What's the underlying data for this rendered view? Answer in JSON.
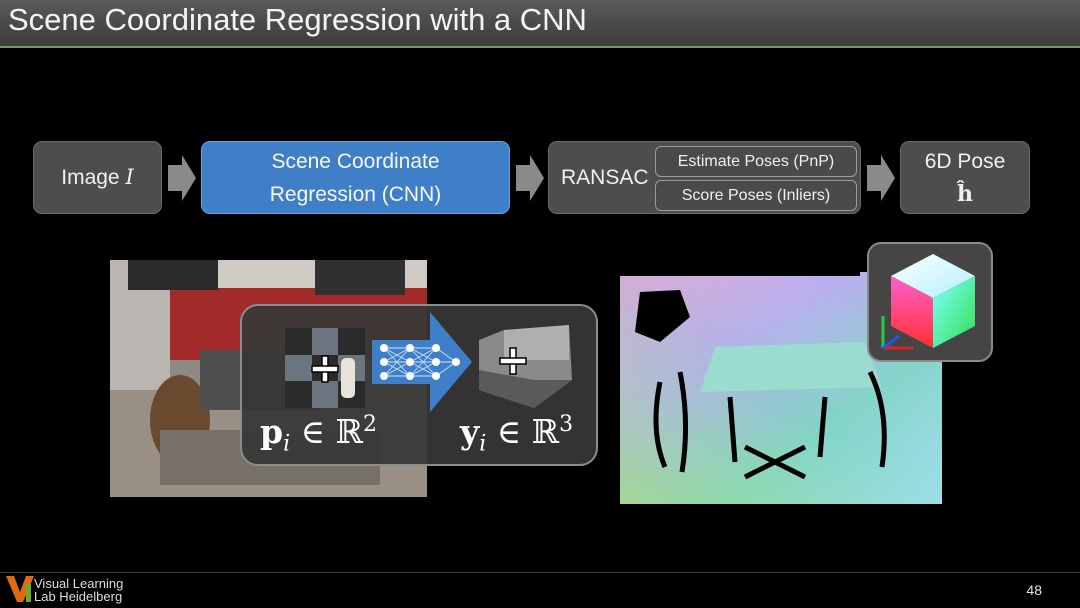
{
  "slide": {
    "title": "Scene Coordinate Regression with a CNN",
    "page_number": "48"
  },
  "pipeline": {
    "image_label": "Image ",
    "image_var": "I",
    "cnn_line1": "Scene Coordinate",
    "cnn_line2": "Regression (CNN)",
    "ransac_label": "RANSAC",
    "estimate_label": "Estimate Poses (PnP)",
    "score_label": "Score Poses (Inliers)",
    "pose_label": "6D Pose",
    "pose_symbol": "ĥ"
  },
  "overlay": {
    "input_var": "p",
    "input_sub": "i",
    "input_space": " ∈ ℝ",
    "input_dim": "2",
    "output_var": "y",
    "output_sub": "i",
    "output_space": " ∈ ℝ",
    "output_dim": "3"
  },
  "logo": {
    "line1": "Visual Learning",
    "line2": "Lab Heidelberg"
  },
  "colors": {
    "accent_blue": "#3f7fc8",
    "title_underline": "#6f9a55"
  }
}
